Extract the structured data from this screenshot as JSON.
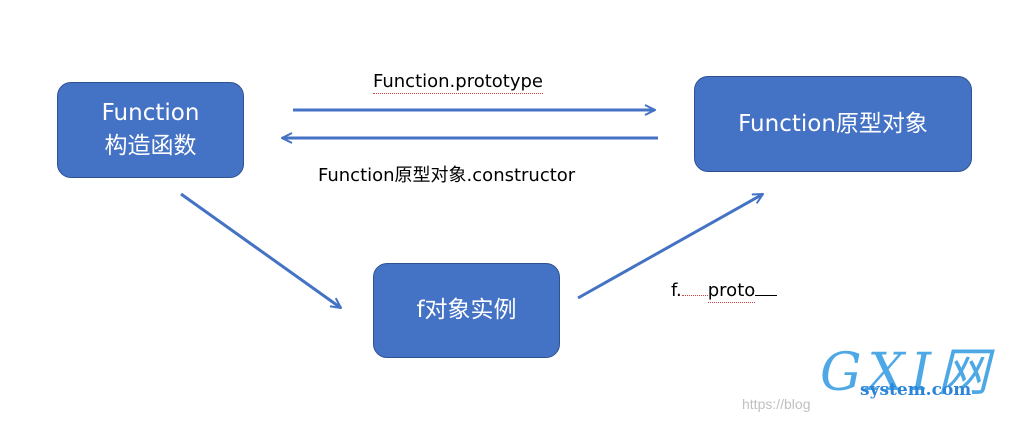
{
  "nodes": {
    "constructor_box": {
      "line1": "Function",
      "line2": "构造函数"
    },
    "prototype_box": {
      "label": "Function原型对象"
    },
    "instance_box": {
      "label": "f对象实例"
    }
  },
  "edges": {
    "to_prototype": "Function.prototype",
    "to_constructor": "Function原型对象.constructor",
    "proto_prefix": "f.",
    "proto_name": "proto"
  },
  "watermark": {
    "logo_text": "GXI网",
    "site_text": "system.com",
    "blog_text": "https://blog"
  }
}
